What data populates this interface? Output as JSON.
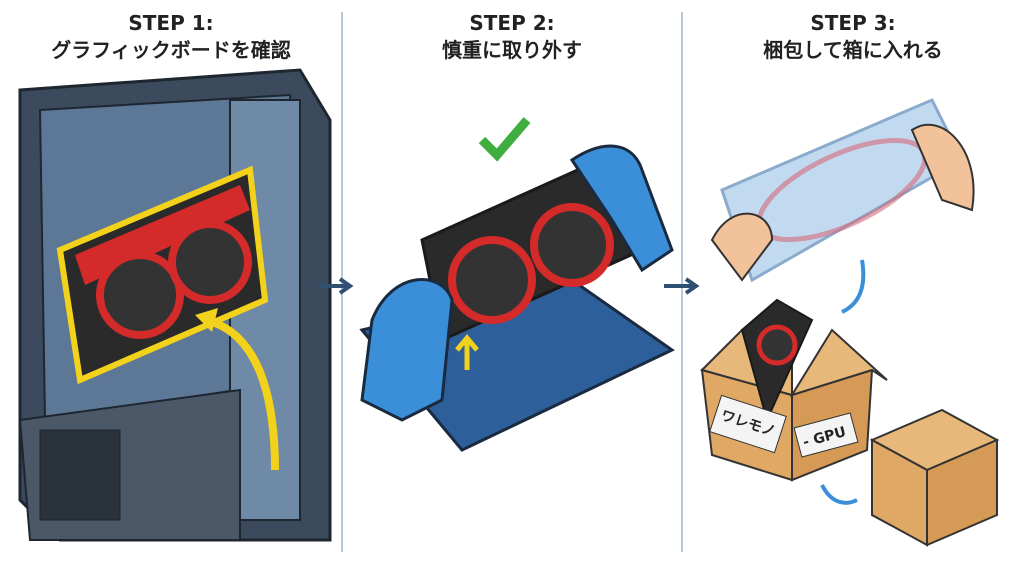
{
  "steps": [
    {
      "step": "STEP 1:",
      "title": "グラフィックボードを確認"
    },
    {
      "step": "STEP 2:",
      "title": "慎重に取り外す"
    },
    {
      "step": "STEP 3:",
      "title": "梱包して箱に入れる"
    }
  ],
  "box_labels": {
    "fragile": "ワレモノ",
    "gpu": "- GPU"
  },
  "colors": {
    "case": "#3b4a5c",
    "gpu_red": "#d42a2a",
    "highlight": "#f2d21b",
    "glove": "#3b8fd9",
    "board": "#2d5f9a",
    "box": "#e0a865",
    "check": "#3fae3f"
  }
}
